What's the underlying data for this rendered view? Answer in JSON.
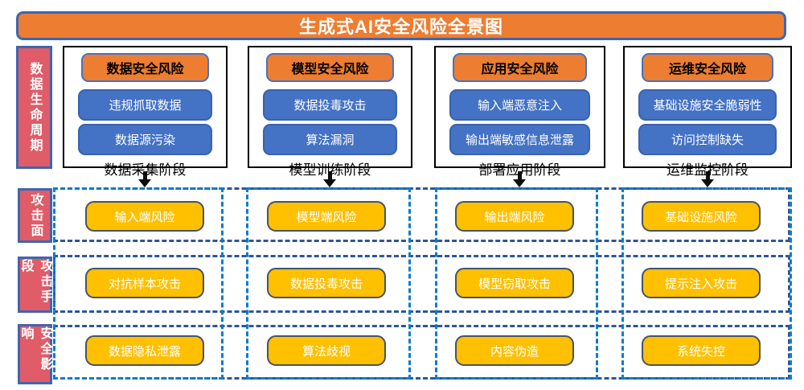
{
  "title": "生成式AI安全风险全景图",
  "side_labels": [
    "数据生命周期",
    "攻击面",
    "攻击手段",
    "安全影响"
  ],
  "columns": [
    {
      "header": "数据安全风险",
      "items": [
        "违规抓取数据",
        "数据源污染"
      ],
      "phase": "数据采集阶段"
    },
    {
      "header": "模型安全风险",
      "items": [
        "数据投毒攻击",
        "算法漏洞"
      ],
      "phase": "模型训练阶段"
    },
    {
      "header": "应用安全风险",
      "items": [
        "输入端恶意注入",
        "输出端敏感信息泄露"
      ],
      "phase": "部署应用阶段"
    },
    {
      "header": "运维安全风险",
      "items": [
        "基础设施安全脆弱性",
        "访问控制缺失"
      ],
      "phase": "运维监控阶段"
    }
  ],
  "grid": {
    "rows": [
      {
        "label": "攻击面",
        "cells": [
          "输入端风险",
          "模型端风险",
          "输出端风险",
          "基础设施风险"
        ]
      },
      {
        "label": "攻击手段",
        "cells": [
          "对抗样本攻击",
          "数据投毒攻击",
          "模型窃取攻击",
          "提示注入攻击"
        ]
      },
      {
        "label": "安全影响",
        "cells": [
          "数据隐私泄露",
          "算法歧视",
          "内容伪造",
          "系统失控"
        ]
      }
    ]
  },
  "colors": {
    "orange": "#ED7D31",
    "blue": "#4472C4",
    "red": "#E05C68",
    "gold": "#FFC000",
    "navy_dash": "#2F5597",
    "azure_dash": "#0E7CC9",
    "border_blue": "#3F66B0",
    "gold_border": "#44546A"
  }
}
